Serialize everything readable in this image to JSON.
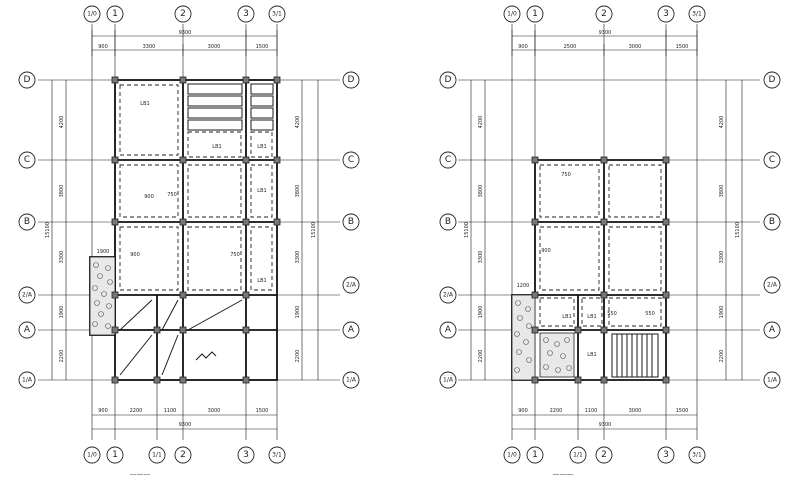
{
  "drawings": [
    {
      "axes_top": [
        "1/0",
        "1",
        "2",
        "3",
        "3/1"
      ],
      "axes_bottom": [
        "1/0",
        "1",
        "1/1",
        "2",
        "3",
        "3/1"
      ],
      "rows": [
        "D",
        "C",
        "B",
        "2/A",
        "A",
        "1/A"
      ],
      "dims_top": [
        "900",
        "3300",
        "3000",
        "1500"
      ],
      "dim_top_total": "9300",
      "dims_bottom": [
        "900",
        "2200",
        "1100",
        "3000",
        "1500"
      ],
      "dim_bottom_total": "9300",
      "dims_left": [
        "4200",
        "3800",
        "3300",
        "1900",
        "2200"
      ],
      "dim_left_total": "15100",
      "dims_right": [
        "4200",
        "3800",
        "3300",
        "1900",
        "2200"
      ],
      "dim_right_total": "15100",
      "room_tags": [
        "LB1",
        "LB1",
        "LB1",
        "LB1",
        "LB1"
      ],
      "annotations": [
        "900",
        "750",
        "900",
        "750",
        "1900"
      ],
      "title": "———"
    },
    {
      "axes_top": [
        "1/0",
        "1",
        "2",
        "3",
        "3/1"
      ],
      "axes_bottom": [
        "1/0",
        "1",
        "1/1",
        "2",
        "3",
        "3/1"
      ],
      "rows": [
        "D",
        "C",
        "B",
        "2/A",
        "A",
        "1/A"
      ],
      "dims_top": [
        "900",
        "2500",
        "3000",
        "1500"
      ],
      "dim_top_total": "9300",
      "dims_bottom": [
        "900",
        "2200",
        "1100",
        "3000",
        "1500"
      ],
      "dim_bottom_total": "9300",
      "dims_left": [
        "4200",
        "3800",
        "3300",
        "1900",
        "2200"
      ],
      "dim_left_total": "15100",
      "dims_right": [
        "4200",
        "3800",
        "3300",
        "1900",
        "2200"
      ],
      "dim_right_total": "15100",
      "room_tags": [
        "LB1",
        "LB1",
        "LB1"
      ],
      "annotations": [
        "750",
        "900",
        "1200",
        "550",
        "550"
      ],
      "title": "———"
    }
  ]
}
